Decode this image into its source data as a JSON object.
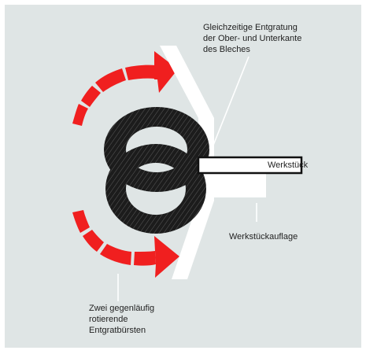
{
  "colors": {
    "background": "#dfe5e5",
    "arrow": "#f01f1f",
    "brush": "#1c1c1c",
    "guide": "#ffffff",
    "workpiece": "#111111"
  },
  "labels": {
    "top_annotation": "Gleichzeitige Entgratung\nder Ober- und Unterkante\ndes Bleches",
    "workpiece": "Werkstück",
    "support": "Werkstückauflage",
    "brushes": "Zwei gegenläufig\nrotierende\nEntgratbürsten"
  }
}
